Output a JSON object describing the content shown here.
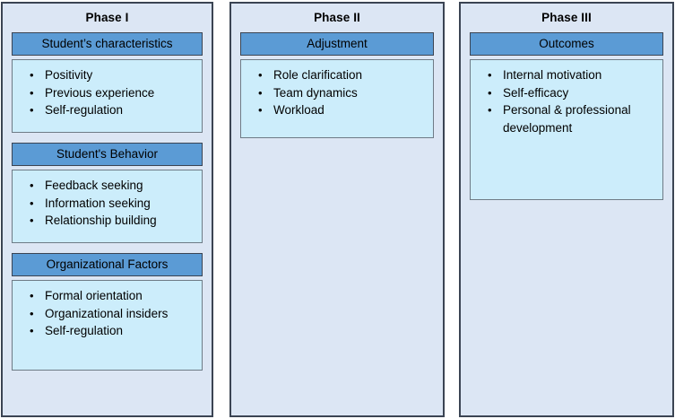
{
  "diagram": {
    "title_hidden": "",
    "colors": {
      "panel_background": "#DCE6F4",
      "panel_border": "#3B4453",
      "group_header_fill": "#5B9BD5",
      "group_body_fill": "#CCEDFB",
      "group_body_border": "#6E7B86",
      "text": "#000000",
      "page_background": "#FFFFFF"
    },
    "panels": [
      {
        "id": "phase-1",
        "title": "Phase I",
        "groups": [
          {
            "header": "Student’s characteristics",
            "items": [
              "Positivity",
              "Previous experience",
              "Self-regulation"
            ]
          },
          {
            "header": "Student's Behavior",
            "items": [
              "Feedback seeking",
              "Information seeking",
              "Relationship building"
            ]
          },
          {
            "header": "Organizational Factors",
            "items": [
              "Formal orientation",
              "Organizational insiders",
              "Self-regulation"
            ]
          }
        ]
      },
      {
        "id": "phase-2",
        "title": "Phase II",
        "groups": [
          {
            "header": "Adjustment",
            "items": [
              "Role clarification",
              "Team dynamics",
              "Workload"
            ]
          }
        ]
      },
      {
        "id": "phase-3",
        "title": "Phase III",
        "groups": [
          {
            "header": "Outcomes",
            "items": [
              "Internal motivation",
              "Self-efficacy",
              "Personal & professional development"
            ]
          }
        ]
      }
    ]
  }
}
